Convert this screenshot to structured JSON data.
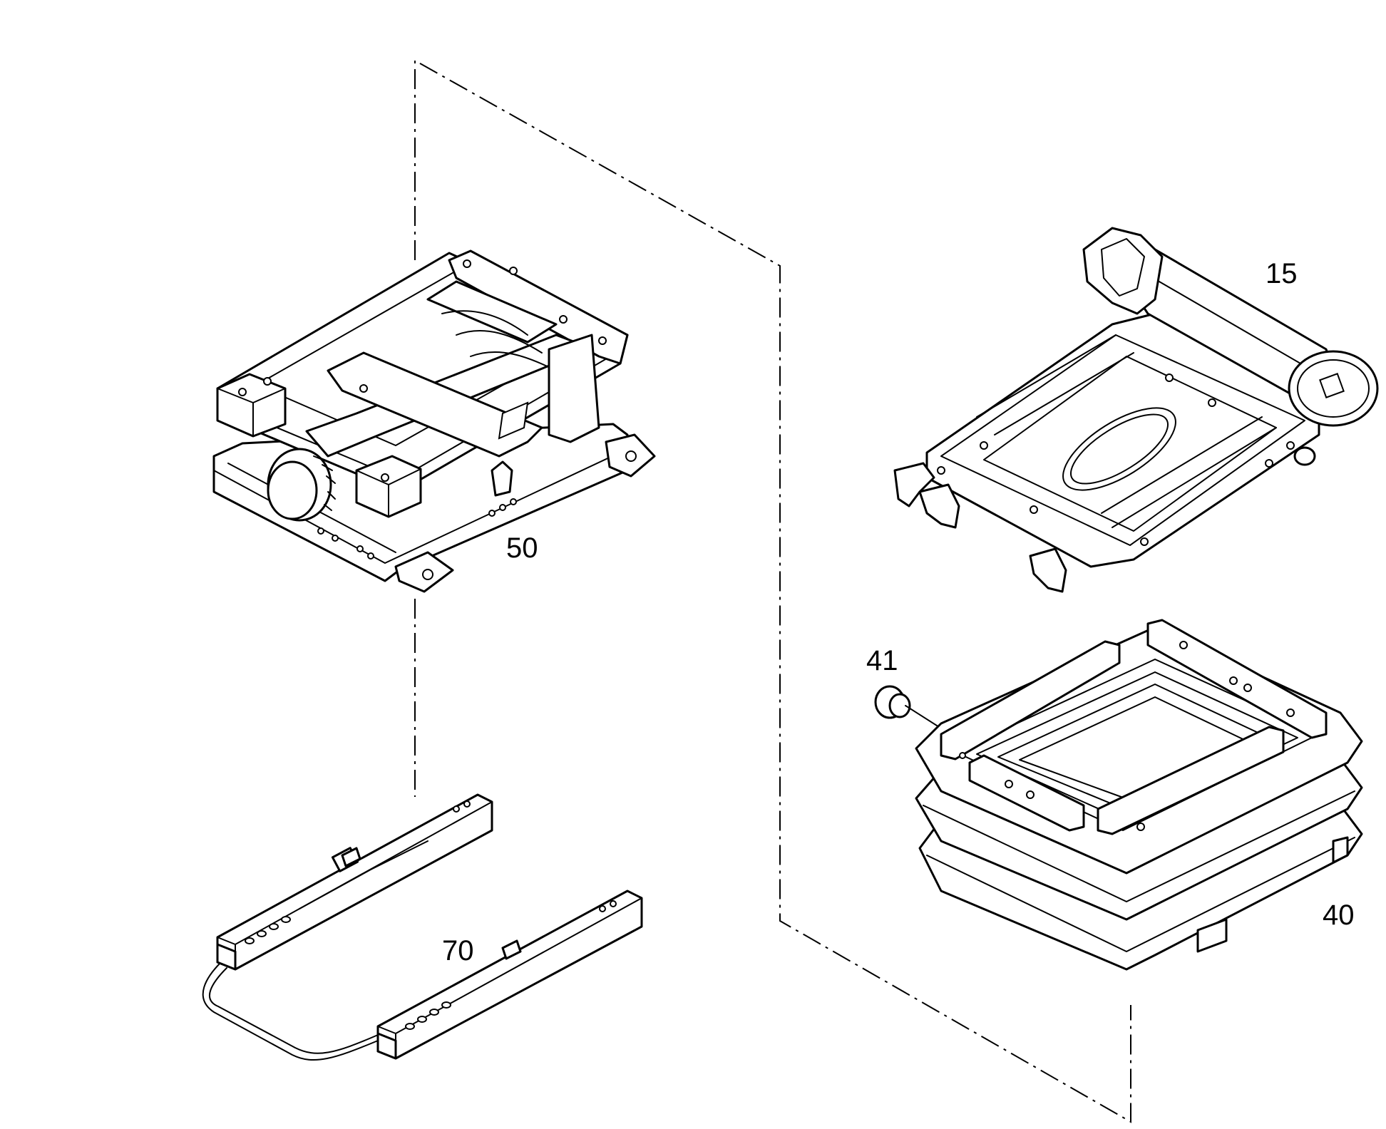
{
  "callouts": {
    "scissor_suspension": "50",
    "seat_pan_frame": "15",
    "bellows": "40",
    "plug": "41",
    "slide_rails": "70"
  },
  "colors": {
    "line": "#000000",
    "background": "#ffffff"
  }
}
